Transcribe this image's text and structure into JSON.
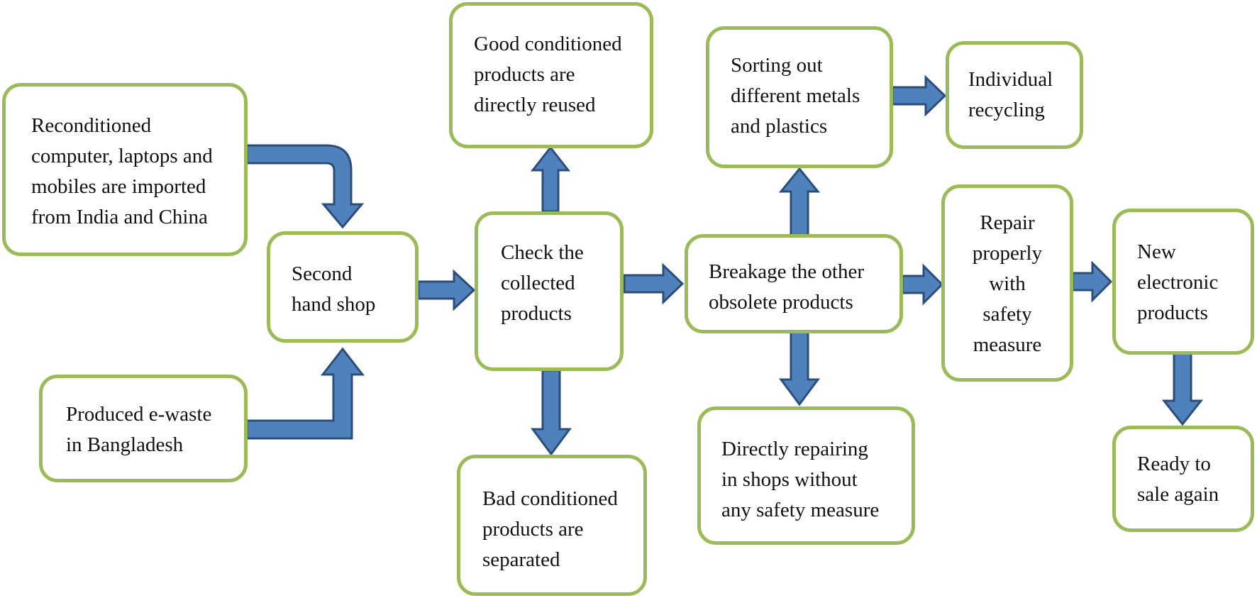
{
  "nodes": {
    "reconditioned": "Reconditioned\ncomputer, laptops and\nmobiles are imported\nfrom India and China",
    "produced": "Produced e-waste\nin Bangladesh",
    "second_hand": "Second\nhand shop",
    "check": "Check the\ncollected\nproducts",
    "good": "Good conditioned\nproducts are\ndirectly reused",
    "bad": "Bad conditioned\nproducts are\nseparated",
    "breakage": "Breakage the other\nobsolete products",
    "sorting": "Sorting out\ndifferent metals\nand plastics",
    "individual": "Individual\nrecycling",
    "directly_repairing": "Directly repairing\nin shops without\nany safety measure",
    "repair": "Repair\nproperly\nwith\nsafety\nmeasure",
    "new_products": "New\nelectronic\nproducts",
    "ready": "Ready to\nsale again"
  },
  "colors": {
    "box_border": "#9bbb59",
    "arrow_fill": "#4f81bd",
    "arrow_outline": "#2c4d7a"
  }
}
